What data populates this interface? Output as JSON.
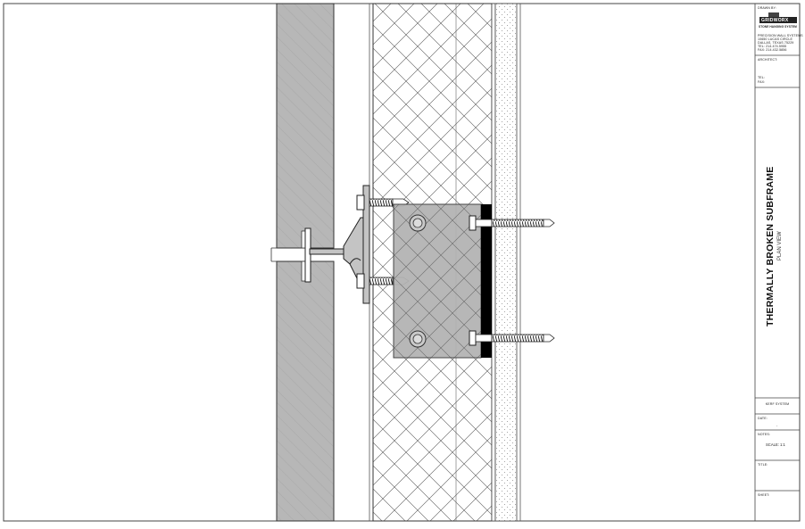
{
  "drawing": {
    "title": "THERMALLY BROKEN SUBFRAME",
    "subtitle": "PLAN VIEW"
  },
  "title_block": {
    "drawn_by_label": "DRAWN BY:",
    "logo_text": "GRIDWORX",
    "logo_tagline": "STONE HANGING SYSTEM",
    "company_lines": [
      "PRECISION WALL SYSTEMS",
      "10650 LUCAS CIRCLE",
      "DALLAS, TEXAS 75229",
      "TEL: 214.474.5955",
      "FAX: 214.432.5856"
    ],
    "architect_label": "ARCHITECT:",
    "tel_label": "TEL:",
    "fax_label": "FAX:",
    "system_label": "KERF SYSTEM",
    "date_label": "DATE:",
    "date_value": "-",
    "notes_label": "NOTES:",
    "scale_text": "SCALE: 1:1",
    "title_label": "TITLE:",
    "sheet_label": "SHEET:"
  },
  "colors": {
    "stone": "#b5b5b5",
    "bracket": "#b3b3b3",
    "isolator": "#000000",
    "line": "#3c3c3c"
  }
}
